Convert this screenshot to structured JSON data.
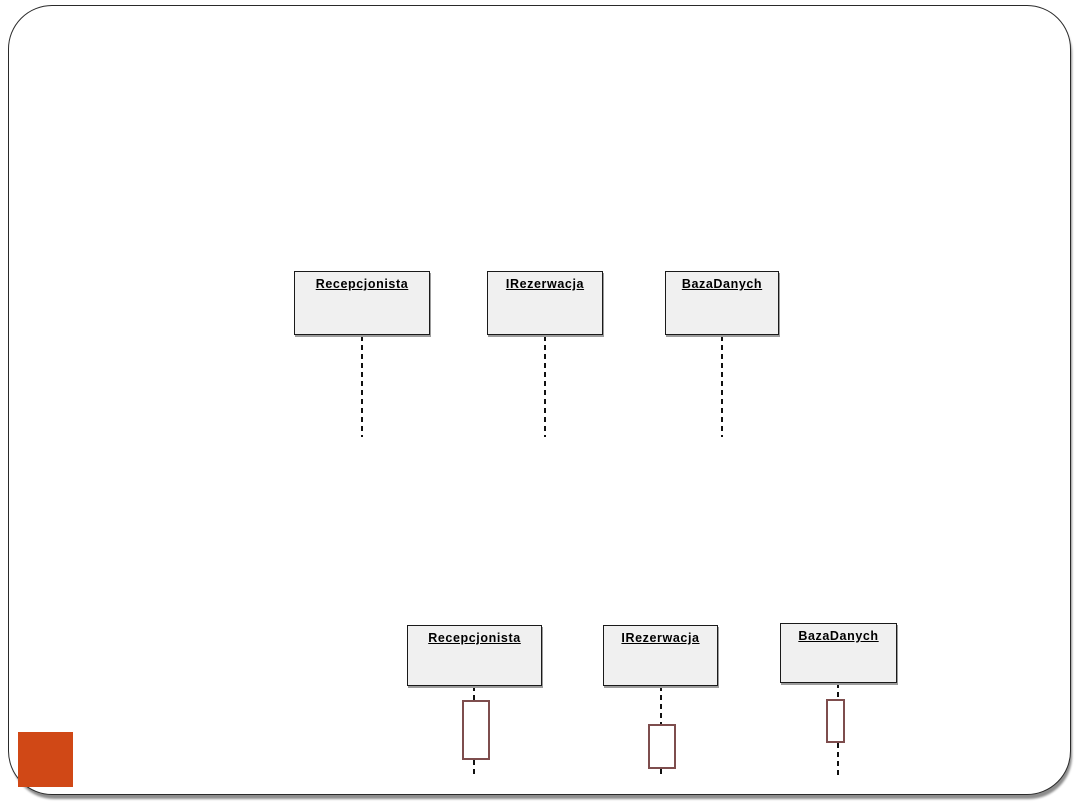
{
  "slide": {
    "background_color": "#ffffff",
    "border_color": "#2a2a2a",
    "shadow_color": "#8d8d8d",
    "accent_square_color": "#d04816"
  },
  "diagram_style": {
    "box_fill": "#f0f0f0",
    "box_border": "#1a1a1a",
    "box_shadow": "#9c9c9c",
    "lifeline_color": "#111111",
    "activation_fill": "#ffffff",
    "activation_border": "#7e4d4d"
  },
  "sequence_diagrams": [
    {
      "id": "top",
      "lifelines": [
        {
          "label": "Recepcjonista",
          "has_activation": false
        },
        {
          "label": "IRezerwacja",
          "has_activation": false
        },
        {
          "label": "BazaDanych",
          "has_activation": false
        }
      ]
    },
    {
      "id": "bottom",
      "lifelines": [
        {
          "label": "Recepcjonista",
          "has_activation": true
        },
        {
          "label": "IRezerwacja",
          "has_activation": true
        },
        {
          "label": "BazaDanych",
          "has_activation": true
        }
      ]
    }
  ]
}
